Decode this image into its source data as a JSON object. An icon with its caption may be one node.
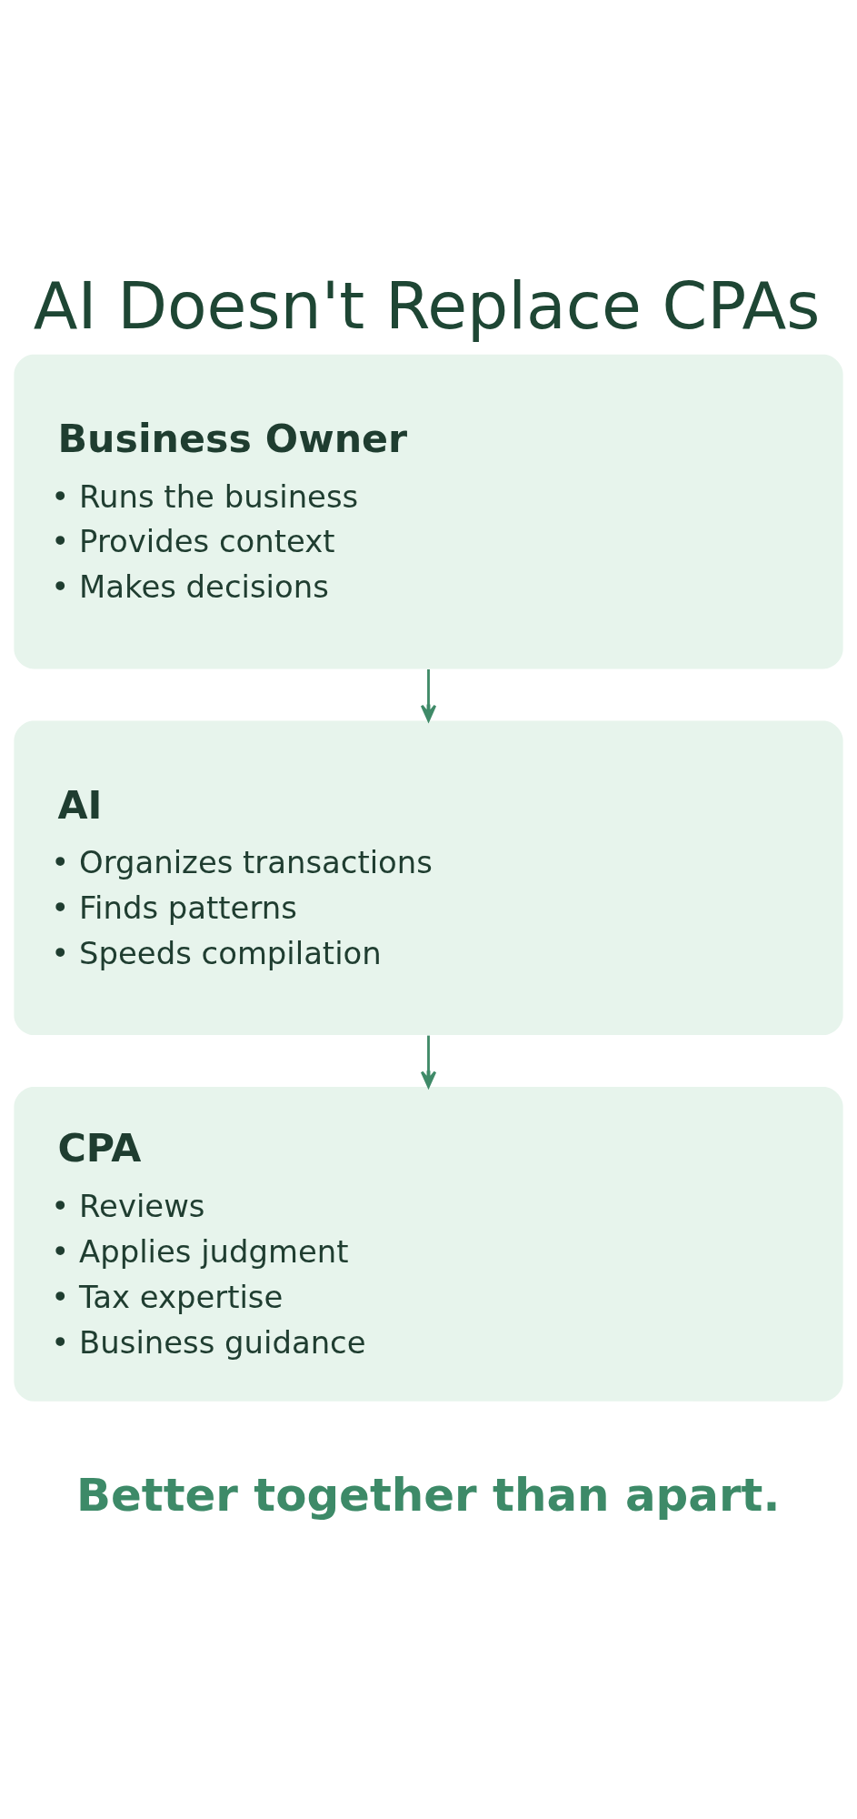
{
  "diagram": {
    "title": "AI Doesn't Replace CPAs",
    "caption": "Better together than apart.",
    "nodes": [
      {
        "text": [
          "Business Owner",
          "• Runs the business",
          "• Provides context",
          "• Makes decisions"
        ]
      },
      {
        "text": [
          "AI",
          "• Organizes transactions",
          "• Finds patterns",
          "• Speeds compilation"
        ]
      },
      {
        "text": [
          "CPA",
          "• Reviews",
          "• Applies judgment",
          "• Tax expertise",
          "• Business guidance"
        ]
      }
    ],
    "edges": [
      {
        "from": 0,
        "to": 1,
        "arrow": "to"
      },
      {
        "from": 1,
        "to": 2,
        "arrow": "to"
      }
    ]
  }
}
